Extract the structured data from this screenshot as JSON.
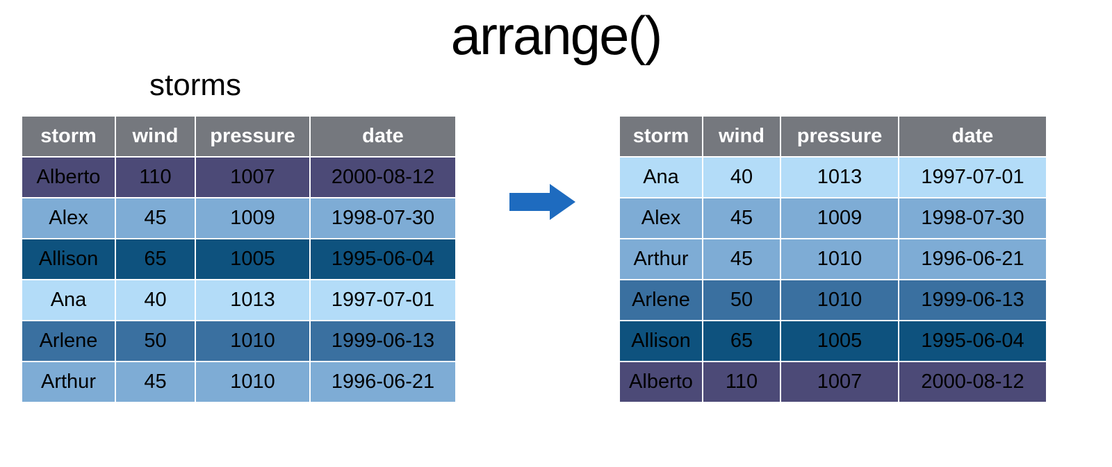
{
  "title": "arrange()",
  "storms_label": "storms",
  "arrow": {
    "name": "right-arrow",
    "color": "#1E6BBF"
  },
  "colors": {
    "background": "#FFFFFF",
    "header_bg": "#75787E",
    "header_text": "#FFFFFF",
    "cell_text": "#000000",
    "cell_border": "#FFFFFF",
    "title_text": "#000000"
  },
  "tables": {
    "before": {
      "headers": [
        "storm",
        "wind",
        "pressure",
        "date"
      ],
      "rows": [
        {
          "color": "#4C4A77",
          "cells": [
            "Alberto",
            "110",
            "1007",
            "2000-08-12"
          ]
        },
        {
          "color": "#7EACD5",
          "cells": [
            "Alex",
            "45",
            "1009",
            "1998-07-30"
          ]
        },
        {
          "color": "#0E527E",
          "cells": [
            "Allison",
            "65",
            "1005",
            "1995-06-04"
          ]
        },
        {
          "color": "#B3DCF8",
          "cells": [
            "Ana",
            "40",
            "1013",
            "1997-07-01"
          ]
        },
        {
          "color": "#3A70A0",
          "cells": [
            "Arlene",
            "50",
            "1010",
            "1999-06-13"
          ]
        },
        {
          "color": "#7EACD5",
          "cells": [
            "Arthur",
            "45",
            "1010",
            "1996-06-21"
          ]
        }
      ]
    },
    "after": {
      "headers": [
        "storm",
        "wind",
        "pressure",
        "date"
      ],
      "rows": [
        {
          "color": "#B3DCF8",
          "cells": [
            "Ana",
            "40",
            "1013",
            "1997-07-01"
          ]
        },
        {
          "color": "#7EACD5",
          "cells": [
            "Alex",
            "45",
            "1009",
            "1998-07-30"
          ]
        },
        {
          "color": "#7EACD5",
          "cells": [
            "Arthur",
            "45",
            "1010",
            "1996-06-21"
          ]
        },
        {
          "color": "#3A70A0",
          "cells": [
            "Arlene",
            "50",
            "1010",
            "1999-06-13"
          ]
        },
        {
          "color": "#0E527E",
          "cells": [
            "Allison",
            "65",
            "1005",
            "1995-06-04"
          ]
        },
        {
          "color": "#4C4A77",
          "cells": [
            "Alberto",
            "110",
            "1007",
            "2000-08-12"
          ]
        }
      ]
    }
  }
}
